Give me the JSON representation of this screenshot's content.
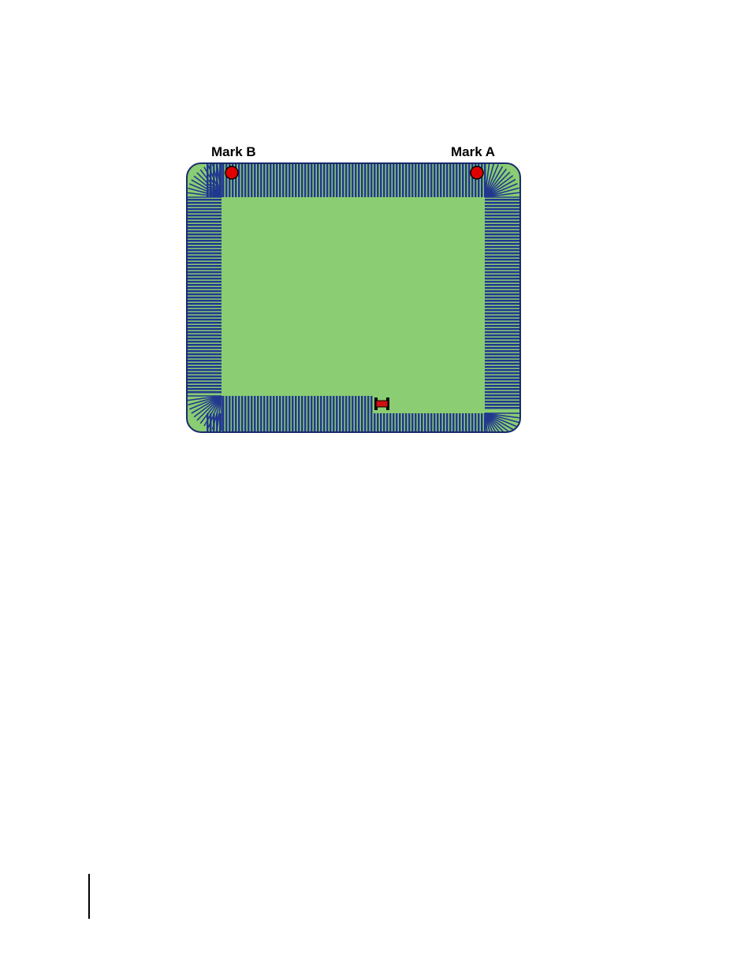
{
  "diagram": {
    "mark_a_label": "Mark A",
    "mark_b_label": "Mark B",
    "colors": {
      "field": "#8acd72",
      "passes": "#22388f",
      "border": "#1b2a6b",
      "marker_fill": "#e00000",
      "marker_stroke": "#000000",
      "vehicle": "#d01010",
      "page_rule": "#000000"
    },
    "icons": {
      "mark_a": "red-circle-marker",
      "mark_b": "red-circle-marker",
      "vehicle": "tractor-icon"
    }
  }
}
